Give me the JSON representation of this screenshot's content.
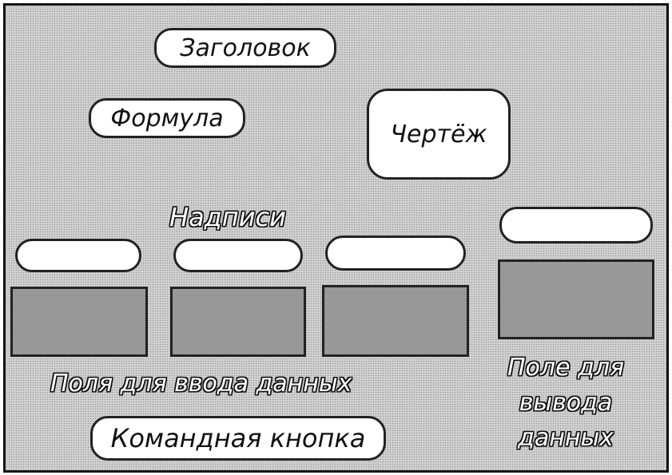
{
  "title_box": {
    "label": "Заголовок"
  },
  "formula_box": {
    "label": "Формула"
  },
  "drawing_box": {
    "label": "Чертёж"
  },
  "labels_caption": "Надписи",
  "input_fields_caption": "Поля для ввода данных",
  "output_field_caption": [
    "Поле для",
    "вывода",
    "данных"
  ],
  "command_button": {
    "label": "Командная кнопка"
  },
  "input_columns": 3,
  "output_columns": 1
}
